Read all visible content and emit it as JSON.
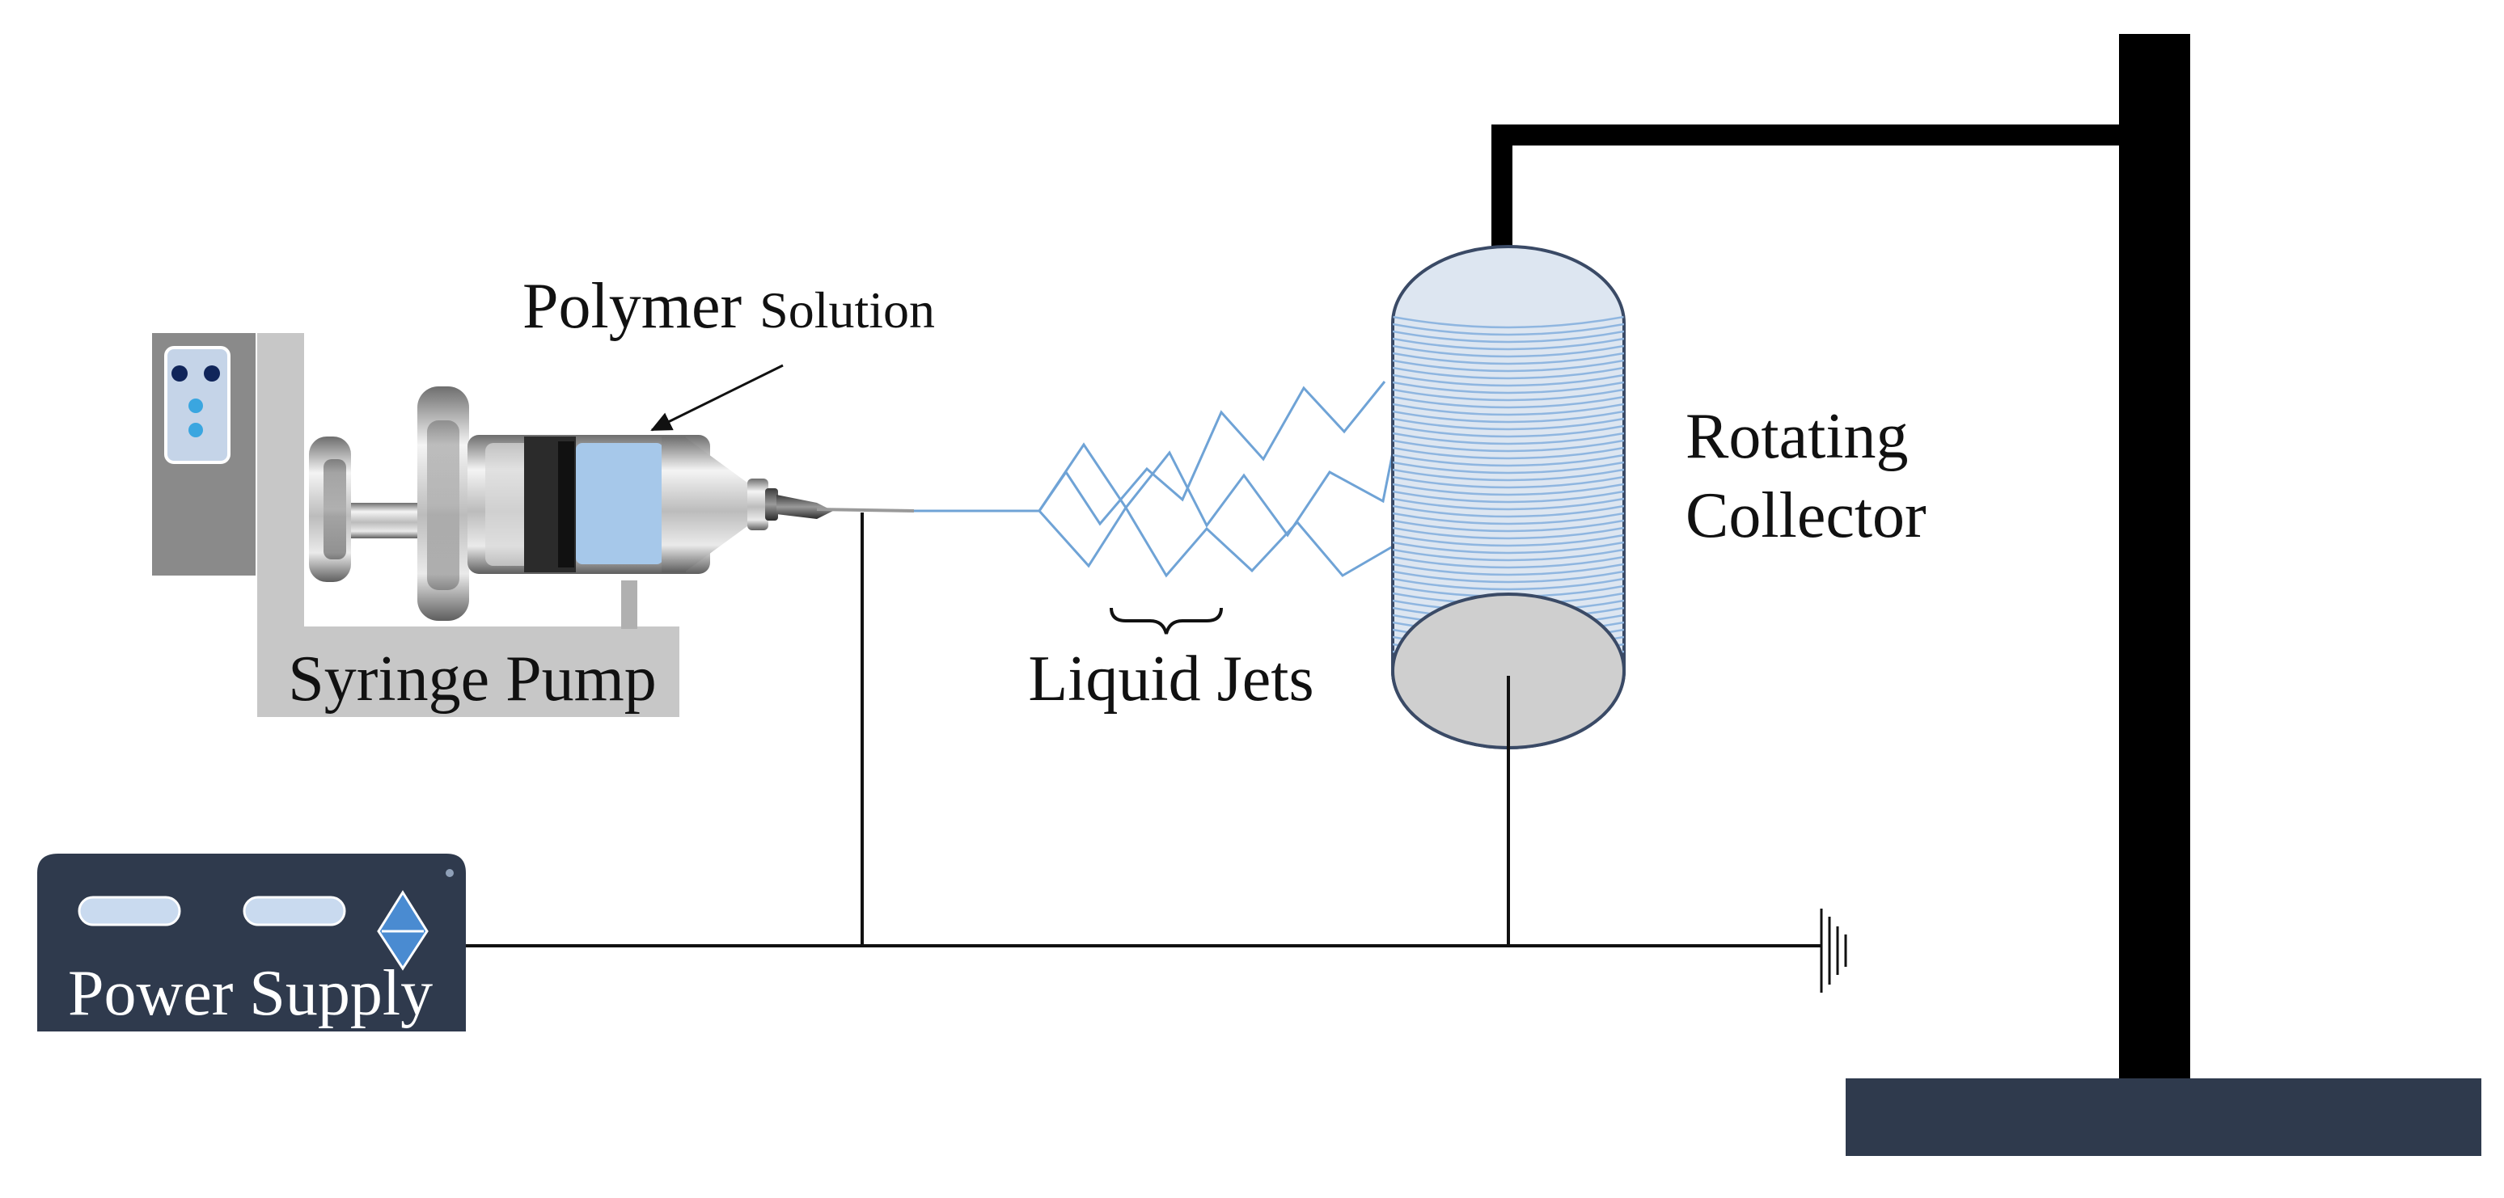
{
  "labels": {
    "polymer_main": "Polymer",
    "polymer_sub": "Solution",
    "syringe_pump": "Syringe Pump",
    "liquid_jets": "Liquid Jets",
    "rotating": "Rotating",
    "collector": "Collector",
    "power_supply": "Power Supply"
  },
  "colors": {
    "solution": "#a6c8ea",
    "jet": "#6fa3d6",
    "power_supply_body": "#2f3a4d",
    "stand_base": "#2f3a4d",
    "pump_body": "#c7c7c7",
    "pump_panel": "#8a8a8a",
    "collector_fill": "#cfcfcf",
    "collector_winding": "#8fb6e0",
    "wire": "#111111"
  },
  "icons": {
    "pointer_arrow": "arrow-icon",
    "jets_brace": "brace-icon",
    "ground": "ground-icon",
    "power_adjust": "diamond-up-down-icon"
  }
}
